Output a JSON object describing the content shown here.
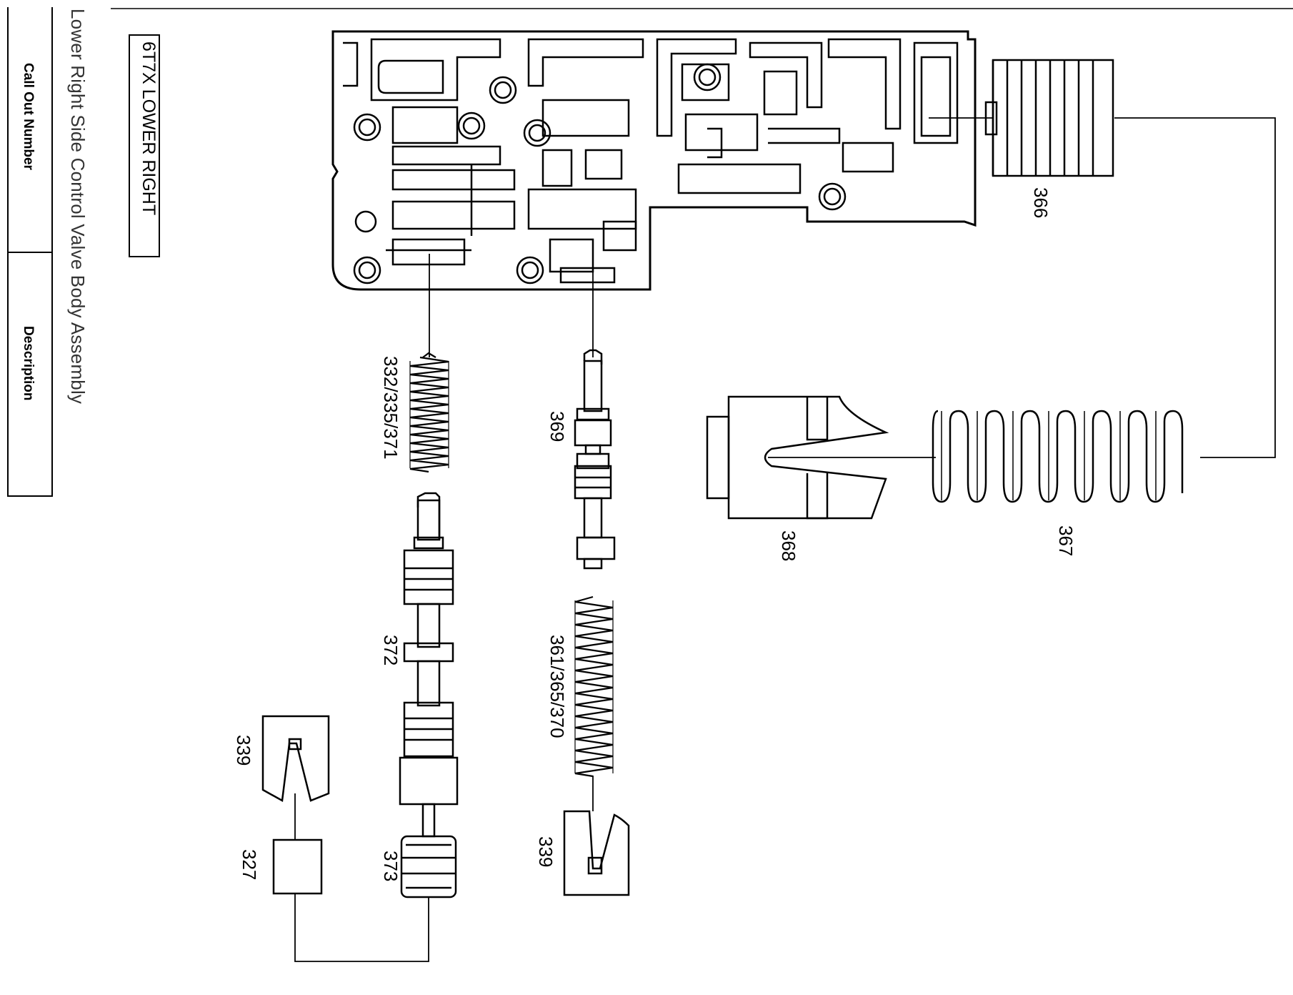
{
  "header": {
    "callout_label": "Call Out Number",
    "description_label": "Description"
  },
  "assembly_title": "Lower Right Side Control Valve Body Assembly",
  "view_label": "6T7X LOWER RIGHT",
  "callouts": {
    "c366": "366",
    "c367": "367",
    "c368": "368",
    "c369": "369",
    "c332": "332/335/371",
    "c361": "361/365/370",
    "c372": "372",
    "c373": "373",
    "c339a": "339",
    "c339b": "339",
    "c327": "327"
  }
}
